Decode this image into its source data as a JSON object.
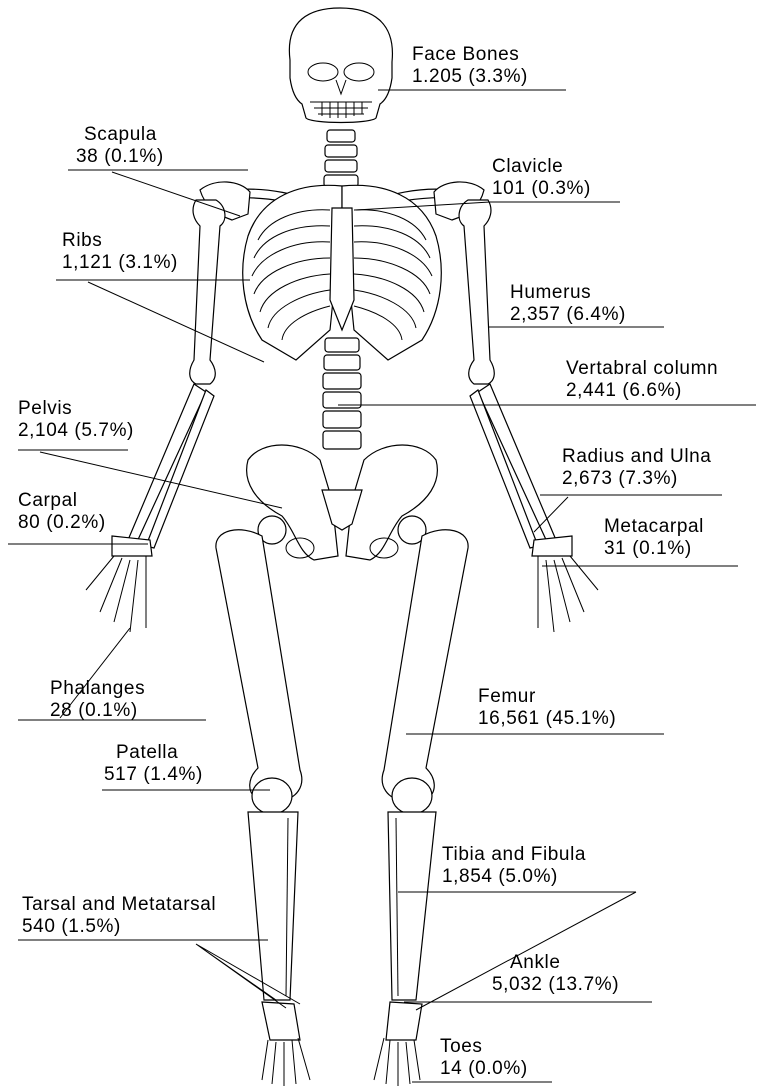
{
  "labels": {
    "face_bones": {
      "name": "Face Bones",
      "value": "1.205 (3.3%)"
    },
    "scapula": {
      "name": "Scapula",
      "value": "38 (0.1%)"
    },
    "clavicle": {
      "name": "Clavicle",
      "value": "101 (0.3%)"
    },
    "ribs": {
      "name": "Ribs",
      "value": "1,121 (3.1%)"
    },
    "humerus": {
      "name": "Humerus",
      "value": "2,357 (6.4%)"
    },
    "vertebral_column": {
      "name": "Vertabral column",
      "value": "2,441 (6.6%)"
    },
    "pelvis": {
      "name": "Pelvis",
      "value": "2,104 (5.7%)"
    },
    "radius_ulna": {
      "name": "Radius and Ulna",
      "value": "2,673 (7.3%)"
    },
    "carpal": {
      "name": "Carpal",
      "value": "80 (0.2%)"
    },
    "metacarpal": {
      "name": "Metacarpal",
      "value": "31 (0.1%)"
    },
    "phalanges": {
      "name": "Phalanges",
      "value": "28 (0.1%)"
    },
    "femur": {
      "name": "Femur",
      "value": "16,561 (45.1%)"
    },
    "patella": {
      "name": "Patella",
      "value": "517 (1.4%)"
    },
    "tibia_fibula": {
      "name": "Tibia and Fibula",
      "value": "1,854 (5.0%)"
    },
    "tarsal_metatarsal": {
      "name": "Tarsal and Metatarsal",
      "value": "540 (1.5%)"
    },
    "ankle": {
      "name": "Ankle",
      "value": "5,032 (13.7%)"
    },
    "toes": {
      "name": "Toes",
      "value": "14 (0.0%)"
    }
  }
}
